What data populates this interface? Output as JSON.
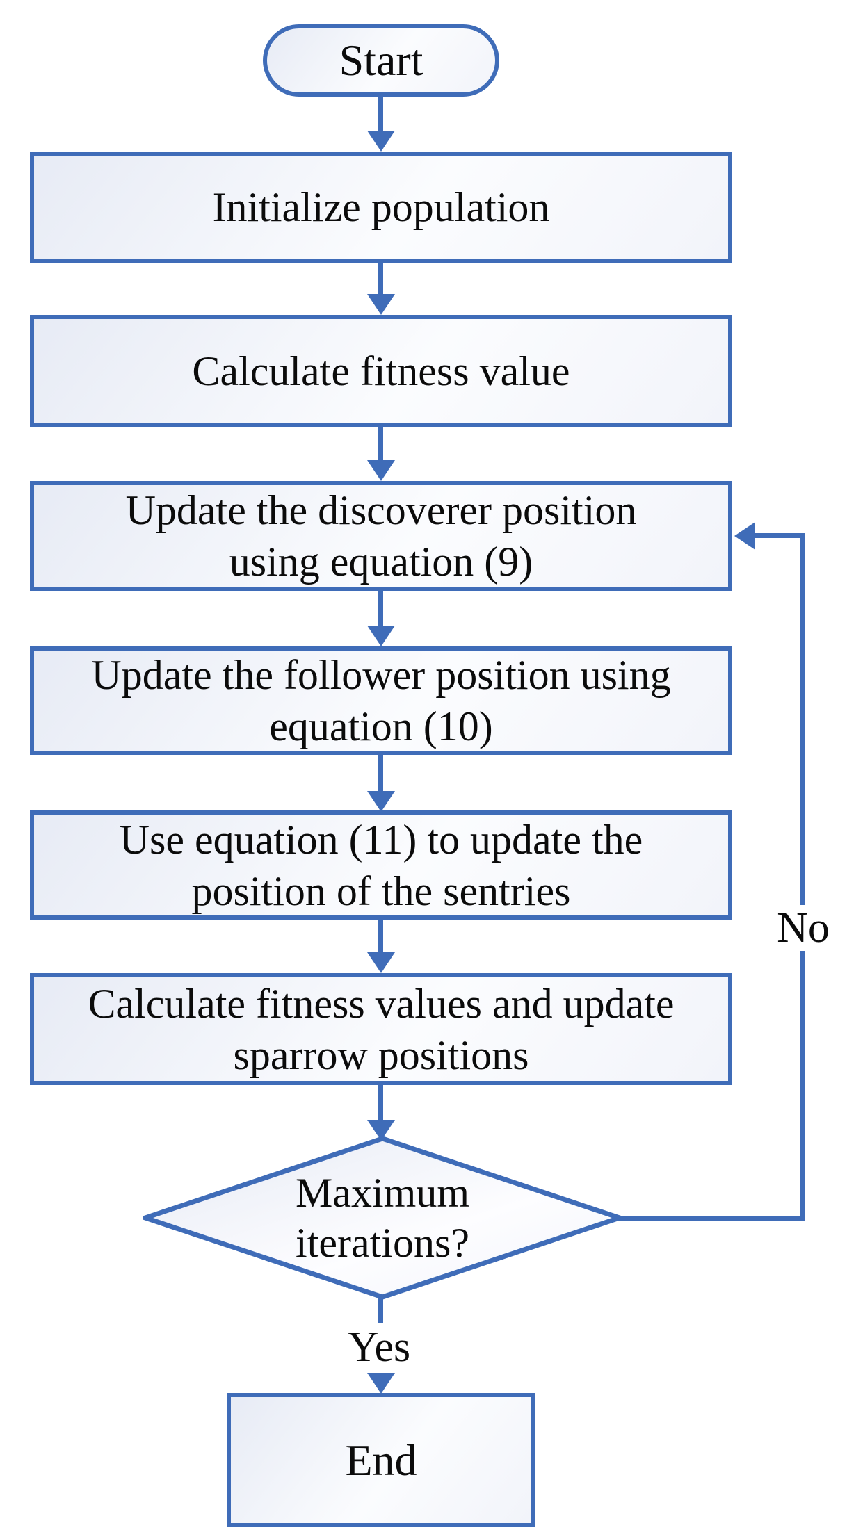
{
  "palette": {
    "line_blue": "#3f6cb8",
    "box_fill_light": "#e7ebf5",
    "box_fill_white": "#fbfcfe",
    "text_black": "#0b0b0b"
  },
  "nodes": {
    "start": {
      "label": "Start",
      "shape": "terminator"
    },
    "init": {
      "label": "Initialize population",
      "shape": "process"
    },
    "fitness": {
      "label": "Calculate fitness value",
      "shape": "process"
    },
    "discoverer": {
      "label": "Update the discoverer position\nusing equation (9)",
      "shape": "process"
    },
    "follower": {
      "label": "Update the follower position using\nequation (10)",
      "shape": "process"
    },
    "sentries": {
      "label": "Use equation (11) to update the\nposition of the sentries",
      "shape": "process"
    },
    "sparrow": {
      "label": "Calculate fitness values and update\nsparrow positions",
      "shape": "process"
    },
    "decision": {
      "label": "Maximum\niterations?",
      "shape": "decision"
    },
    "end": {
      "label": "End",
      "shape": "process"
    }
  },
  "edges": {
    "yes_label": "Yes",
    "no_label": "No"
  }
}
